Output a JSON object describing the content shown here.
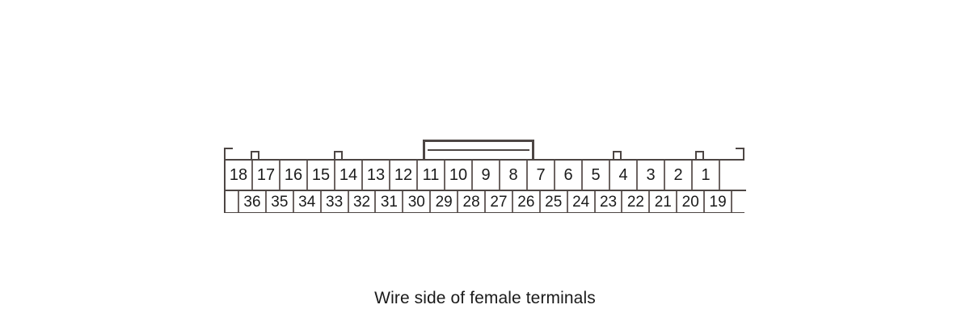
{
  "diagram": {
    "title": "Wire side of female terminals",
    "caption": "Wire side of female terminals",
    "type": "connector-pinout",
    "total_pins": 36,
    "colors": {
      "outline": "#4d4644",
      "divider": "#6d6462",
      "text": "#1b1b1b",
      "background": "#ffffff"
    },
    "top_row": {
      "label": "top-pin-row",
      "count": 18,
      "cells": [
        "18",
        "17",
        "16",
        "15",
        "14",
        "13",
        "12",
        "11",
        "10",
        "9",
        "8",
        "7",
        "6",
        "5",
        "4",
        "3",
        "2",
        "1",
        ""
      ]
    },
    "bottom_row": {
      "label": "bottom-pin-row",
      "count": 18,
      "cells": [
        "36",
        "35",
        "34",
        "33",
        "32",
        "31",
        "30",
        "29",
        "28",
        "27",
        "26",
        "25",
        "24",
        "23",
        "22",
        "21",
        "20",
        "19"
      ]
    },
    "top_edge": {
      "corner_risers": [
        "left",
        "right"
      ],
      "notches": 4,
      "notch_positions_pct": [
        10.6,
        21.9,
        74.8,
        90.9
      ],
      "center_bracket": {
        "name": "center-latch-bracket",
        "left_pct": 38.2,
        "width_pct": 21.4
      }
    }
  }
}
